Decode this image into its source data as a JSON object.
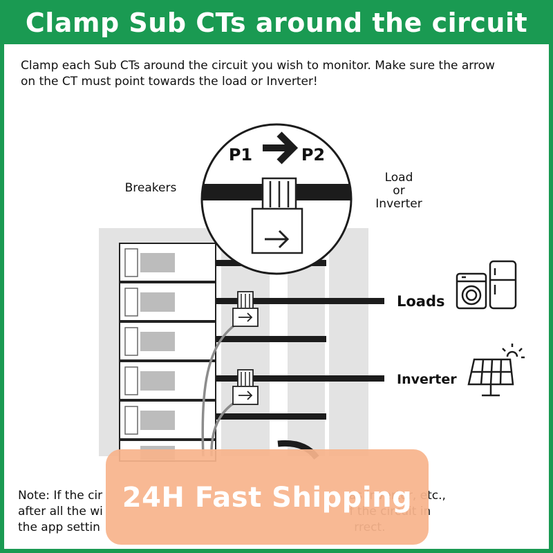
{
  "header": {
    "title": "Clamp Sub CTs around the circuit"
  },
  "intro": {
    "line1": "Clamp each Sub CTs around the circuit you wish to monitor. Make sure the arrow",
    "line2": "on the CT must point towards the load or Inverter!"
  },
  "diagram": {
    "breakers_label": "Breakers",
    "load_or_inverter": [
      "Load",
      "or",
      "Inverter"
    ],
    "p1_label": "P1",
    "p2_label": "P2",
    "loads_label": "Loads",
    "inverter_label": "Inverter"
  },
  "note": {
    "line1": "Note: If the cir                                                                  as Inverter, etc.,",
    "line2": "after all the wi                                                                  f the circuit in",
    "line3": "the app settin                                                                    rrect."
  },
  "banner": {
    "text": "24H Fast Shipping"
  },
  "colors": {
    "brand_green": "#1a9a52",
    "banner_peach": "#f7b48c",
    "panel_gray": "#e3e3e3"
  }
}
